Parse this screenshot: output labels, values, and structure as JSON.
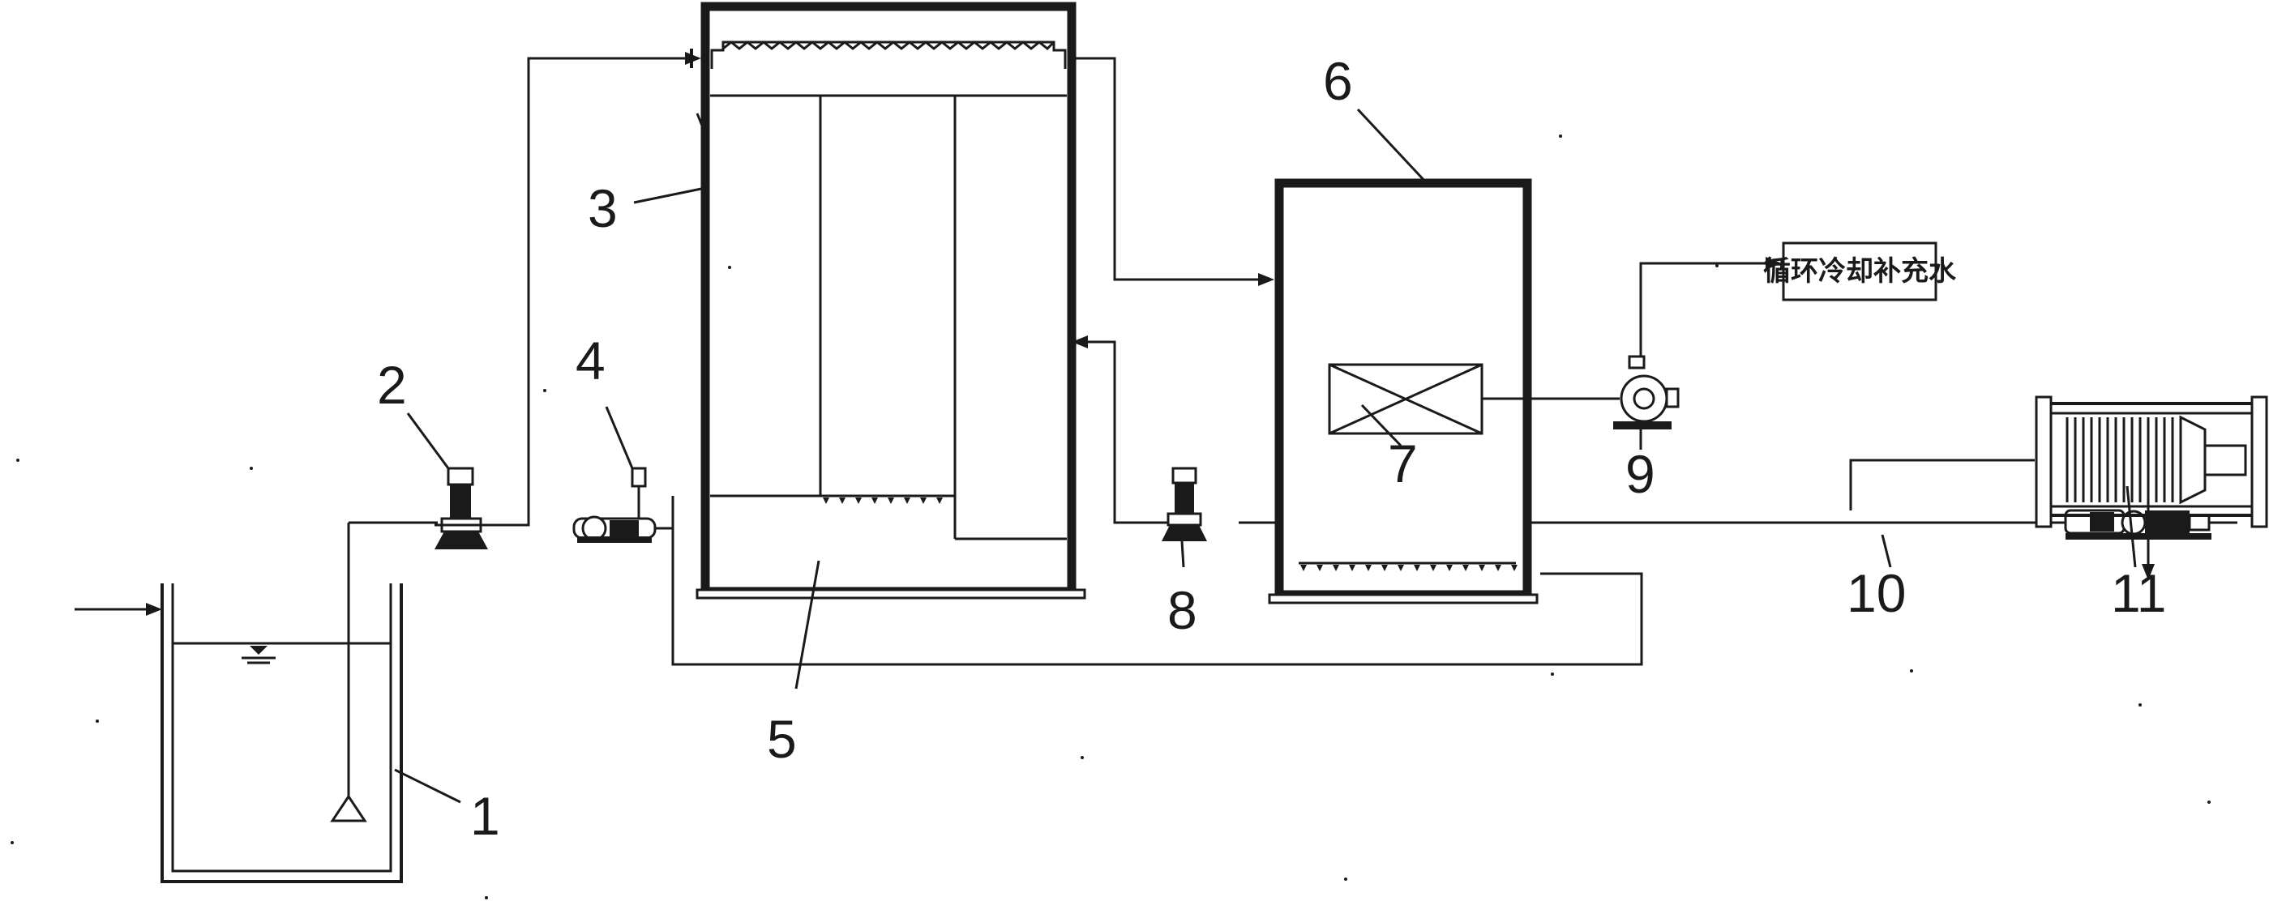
{
  "labels": {
    "n1": "1",
    "n2": "2",
    "n3": "3",
    "n4": "4",
    "n5": "5",
    "n6": "6",
    "n7": "7",
    "n8": "8",
    "n9": "9",
    "n10": "10",
    "n11": "11"
  },
  "outlet_box": {
    "text": "循环冷却补充水"
  },
  "icons": {
    "vertical_pump": "vertical-pump-icon",
    "horizontal_pump": "horizontal-pump-icon",
    "centrifugal_pump": "centrifugal-pump-icon",
    "filter_press": "filter-press-icon",
    "heat_exchanger": "heat-exchanger-icon",
    "aerator": "aerator-icon",
    "water_level": "water-level-icon",
    "foot_valve": "foot-valve-icon"
  }
}
